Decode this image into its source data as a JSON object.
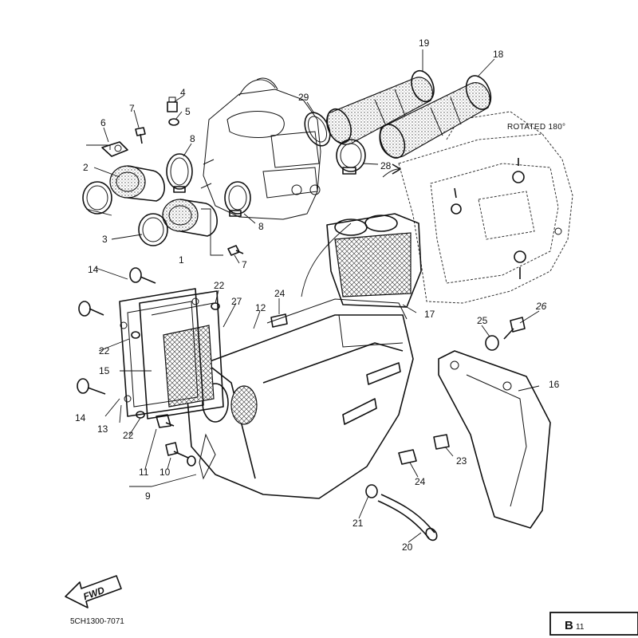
{
  "callouts": {
    "c1": "1",
    "c2": "2",
    "c3": "3",
    "c4": "4",
    "c5": "5",
    "c6": "6",
    "c7a": "7",
    "c7b": "7",
    "c8a": "8",
    "c8b": "8",
    "c9": "9",
    "c10": "10",
    "c11": "11",
    "c12": "12",
    "c13": "13",
    "c14a": "14",
    "c14b": "14",
    "c15": "15",
    "c16": "16",
    "c17": "17",
    "c18": "18",
    "c19": "19",
    "c20": "20",
    "c21": "21",
    "c22a": "22",
    "c22b": "22",
    "c22c": "22",
    "c23": "23",
    "c24a": "24",
    "c24b": "24",
    "c25": "25",
    "c26": "26",
    "c27": "27",
    "c28": "28",
    "c29": "29"
  },
  "rotated_note": "ROTATED 180°",
  "fwd_label": "FWD",
  "diagram_code": "5CH1300-7071",
  "page_ref": {
    "letter": "B",
    "number": "11"
  }
}
